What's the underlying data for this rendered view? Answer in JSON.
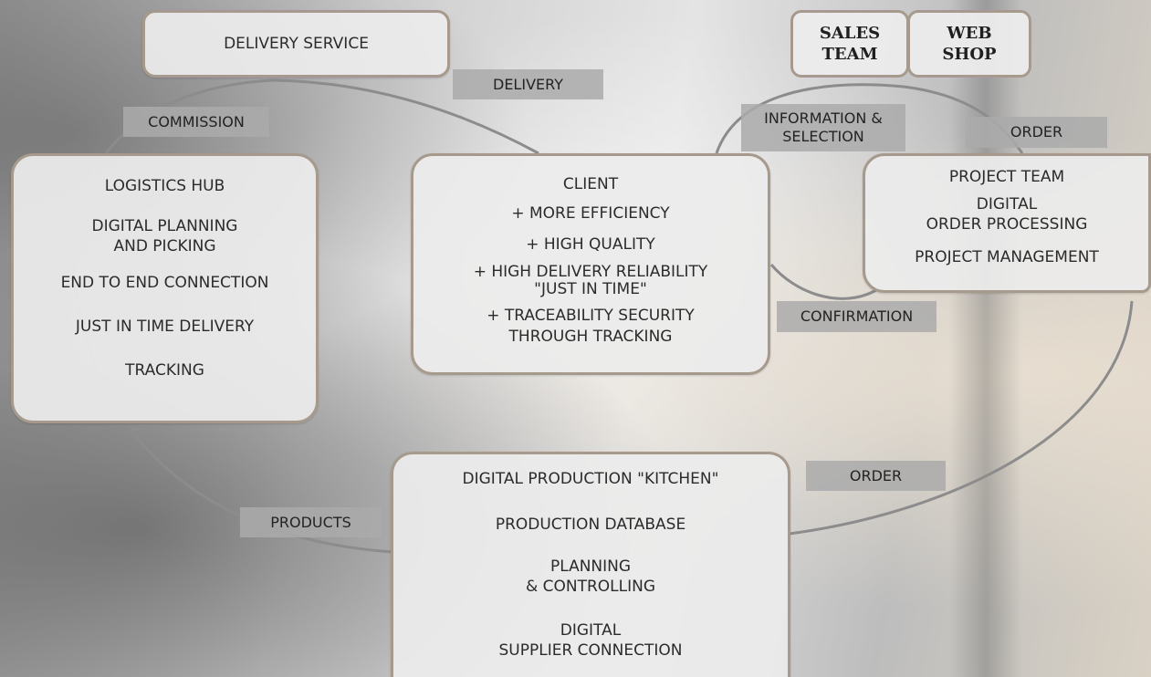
{
  "boxes": {
    "delivery_service": "DELIVERY SERVICE",
    "sales_team": "SALES\nTEAM",
    "web_shop": "WEB\nSHOP",
    "logistics_hub": {
      "title": "LOGISTICS HUB",
      "items": [
        "DIGITAL PLANNING\nAND PICKING",
        "END TO END CONNECTION",
        "JUST IN TIME DELIVERY",
        "TRACKING"
      ]
    },
    "client": {
      "title": "CLIENT",
      "items": [
        "+ MORE EFFICIENCY",
        "+ HIGH QUALITY",
        "+ HIGH DELIVERY RELIABILITY\n\"JUST IN TIME\"",
        "+ TRACEABILITY SECURITY\nTHROUGH TRACKING"
      ]
    },
    "project_team": {
      "title": "PROJECT TEAM",
      "items": [
        "DIGITAL\nORDER PROCESSING",
        "PROJECT MANAGEMENT"
      ]
    },
    "production": {
      "title": "DIGITAL PRODUCTION \"KITCHEN\"",
      "items": [
        "PRODUCTION DATABASE",
        "PLANNING\n& CONTROLLING",
        "DIGITAL\nSUPPLIER CONNECTION"
      ]
    }
  },
  "tags": {
    "delivery": "DELIVERY",
    "commission": "COMMISSION",
    "information_selection": "INFORMATION &\nSELECTION",
    "order_top": "ORDER",
    "confirmation": "CONFIRMATION",
    "order_bottom": "ORDER",
    "products": "PRODUCTS"
  },
  "colors": {
    "box_border": "#a69a8c",
    "tag_fill": "#aaaaaa",
    "flow_line": "#8c8c8c"
  }
}
